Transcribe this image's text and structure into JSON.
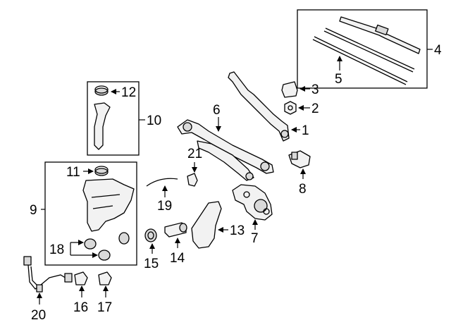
{
  "callouts": {
    "c1": "1",
    "c2": "2",
    "c3": "3",
    "c4": "4",
    "c5": "5",
    "c6": "6",
    "c7": "7",
    "c8": "8",
    "c9": "9",
    "c10": "10",
    "c11": "11",
    "c12": "12",
    "c13": "13",
    "c14": "14",
    "c15": "15",
    "c16": "16",
    "c17": "17",
    "c18": "18",
    "c19": "19",
    "c20": "20",
    "c21": "21"
  },
  "colors": {
    "ink": "#000000",
    "part_fill": "#f2f2f2",
    "shade_fill": "#d9d9d9",
    "background": "#ffffff"
  }
}
